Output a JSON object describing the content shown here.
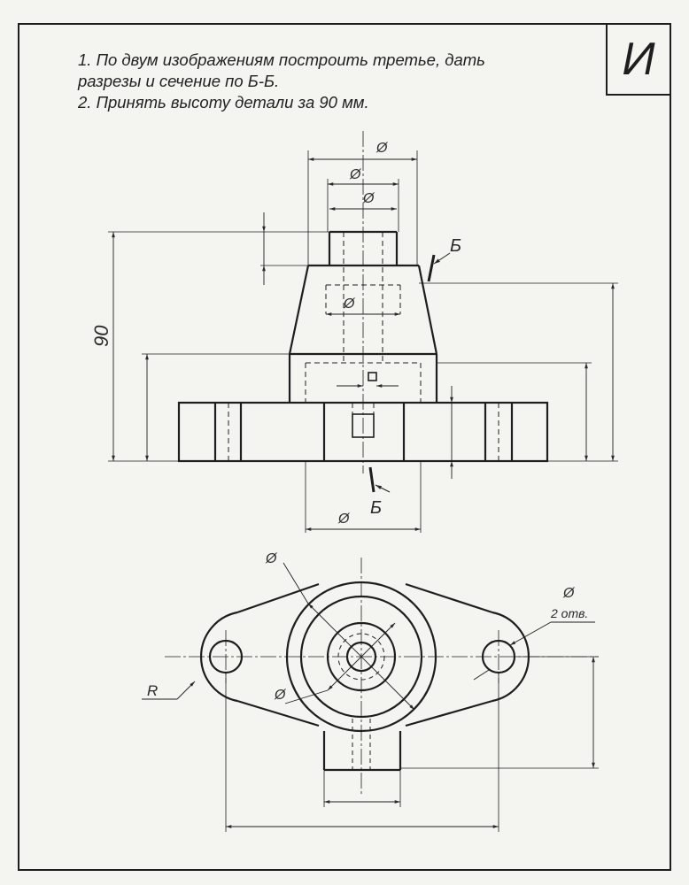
{
  "variant_letter": "И",
  "task": {
    "line1": "1. По двум изображениям построить третье, дать",
    "line2": "разрезы и сечение по Б-Б.",
    "line3": "2. Принять высоту детали за 90 мм."
  },
  "front_view": {
    "dia_outer_top": "Ø",
    "dia_mid_top": "Ø",
    "dia_inner_top": "Ø",
    "dia_cone_bore": "Ø",
    "dia_bottom": "Ø",
    "height_label": "90",
    "section_top": "Б",
    "section_bottom": "Б"
  },
  "plan_view": {
    "dia_outer": "Ø",
    "dia_inner": "Ø",
    "dia_holes": "Ø",
    "holes_count": "2 отв.",
    "radius": "R"
  }
}
